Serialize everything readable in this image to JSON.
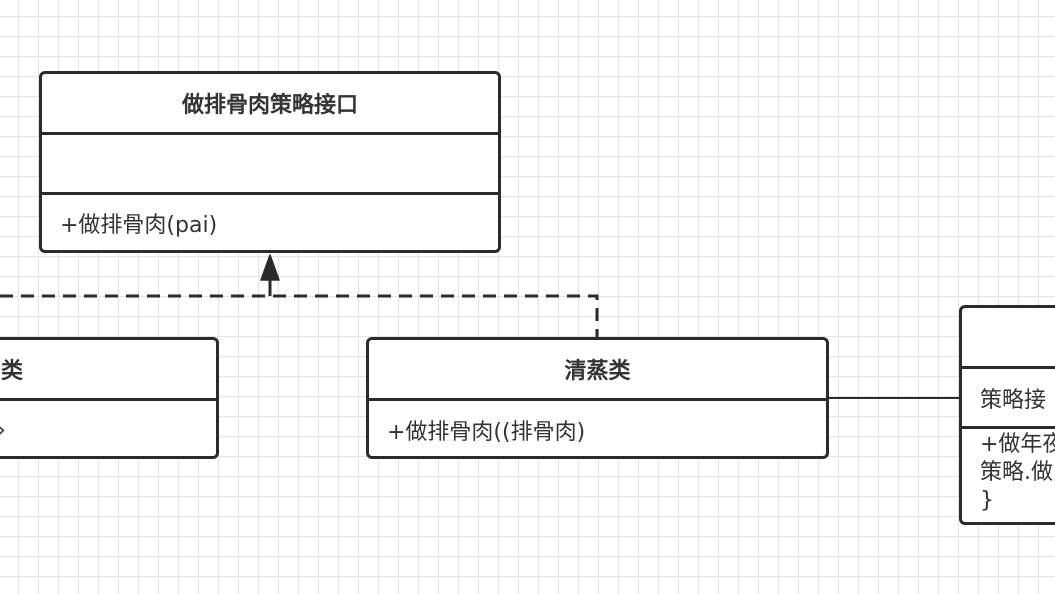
{
  "diagram": {
    "interface_box": {
      "name": "做排骨肉策略接口",
      "attributes": "",
      "operation": "+做排骨肉(pai)"
    },
    "left_partial_box": {
      "name": "类",
      "operation": "›"
    },
    "steam_box": {
      "name": "清蒸类",
      "operation": "+做排骨肉((排骨肉)"
    },
    "right_partial_box": {
      "name": "",
      "attribute": "策略接",
      "operation_lines": [
        "+做年夜",
        "策略.做",
        "}"
      ]
    },
    "colors": {
      "line": "#2b2b2b",
      "text": "#333333",
      "grid": "#e4e4e4",
      "background": "#ffffff"
    }
  }
}
